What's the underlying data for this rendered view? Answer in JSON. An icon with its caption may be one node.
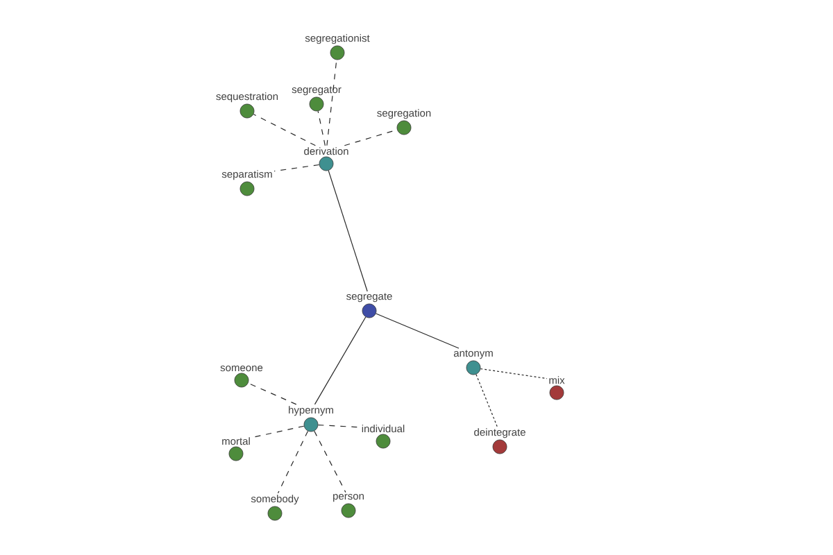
{
  "diagram": {
    "nodes": [
      {
        "text": [
          "segregate"
        ]
      },
      {
        "text": [
          "derivation"
        ]
      },
      {
        "text": [
          "hypernym"
        ]
      },
      {
        "text": [
          "antonym"
        ]
      },
      {
        "text": [
          "segregationist"
        ]
      },
      {
        "text": [
          "sequestration"
        ]
      },
      {
        "text": [
          "segregator"
        ]
      },
      {
        "text": [
          "segregation"
        ]
      },
      {
        "text": [
          "separatism"
        ]
      },
      {
        "text": [
          "someone"
        ]
      },
      {
        "text": [
          "mortal"
        ]
      },
      {
        "text": [
          "individual"
        ]
      },
      {
        "text": [
          "somebody"
        ]
      },
      {
        "text": [
          "person"
        ]
      },
      {
        "text": [
          "mix"
        ]
      },
      {
        "text": [
          "deintegrate"
        ]
      }
    ],
    "edges": [
      {
        "from": 0,
        "to": 1,
        "arrow": "none"
      },
      {
        "from": 0,
        "to": 2,
        "arrow": "none"
      },
      {
        "from": 0,
        "to": 3,
        "arrow": "none"
      },
      {
        "from": 1,
        "to": 4,
        "arrow": "none",
        "style": "dashed"
      },
      {
        "from": 1,
        "to": 5,
        "arrow": "none",
        "style": "dashed"
      },
      {
        "from": 1,
        "to": 6,
        "arrow": "none",
        "style": "dashed"
      },
      {
        "from": 1,
        "to": 7,
        "arrow": "none",
        "style": "dashed"
      },
      {
        "from": 1,
        "to": 8,
        "arrow": "none",
        "style": "dashed"
      },
      {
        "from": 2,
        "to": 9,
        "arrow": "none",
        "style": "dashed"
      },
      {
        "from": 2,
        "to": 10,
        "arrow": "none",
        "style": "dashed"
      },
      {
        "from": 2,
        "to": 11,
        "arrow": "none",
        "style": "dashed"
      },
      {
        "from": 2,
        "to": 12,
        "arrow": "none",
        "style": "dashed"
      },
      {
        "from": 2,
        "to": 13,
        "arrow": "none",
        "style": "dashed"
      },
      {
        "from": 3,
        "to": 14,
        "arrow": "none",
        "style": "dashed"
      },
      {
        "from": 3,
        "to": 15,
        "arrow": "none",
        "style": "dashed"
      }
    ]
  }
}
